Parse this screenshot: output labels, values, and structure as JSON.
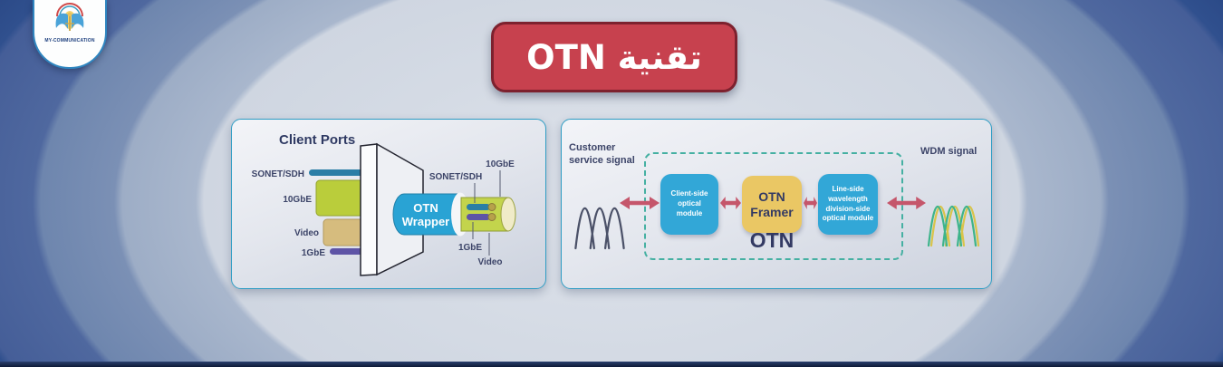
{
  "logo": {
    "name": "MY-COMMUNICATION"
  },
  "banner": {
    "title": "تقنية OTN"
  },
  "left_panel": {
    "title": "Client Ports",
    "ports_in": [
      "SONET/SDH",
      "10GbE",
      "Video",
      "1GbE"
    ],
    "wrapper": {
      "line1": "OTN",
      "line2": "Wrapper"
    },
    "ports_out": {
      "sonet": "SONET/SDH",
      "tengbe": "10GbE",
      "onegbe": "1GbE",
      "video": "Video"
    }
  },
  "right_panel": {
    "input_label": "Customer service signal",
    "output_label": "WDM signal",
    "group_label": "OTN",
    "module_client": "Client-side optical module",
    "module_framer": "OTN Framer",
    "module_line": "Line-side wavelength division-side optical module"
  },
  "colors": {
    "banner_red": "#c7414e",
    "banner_border": "#7d212e",
    "module_blue": "#32a7d7",
    "framer_yellow": "#eac764",
    "arrow_red": "#c5566b",
    "dashed_teal": "#45b0a2",
    "wrapper_cyan": "#29a3d4",
    "bar_sonet": "#2b7ea6",
    "bar_10gbe": "#bacd3b",
    "bar_video": "#d6bc7e",
    "bar_1gbe": "#5e54a6",
    "wave_dark": "#4b5168",
    "wave_green": "#3eb48b",
    "wave_yellow": "#d9c44a",
    "background_blue": "#30508e"
  }
}
